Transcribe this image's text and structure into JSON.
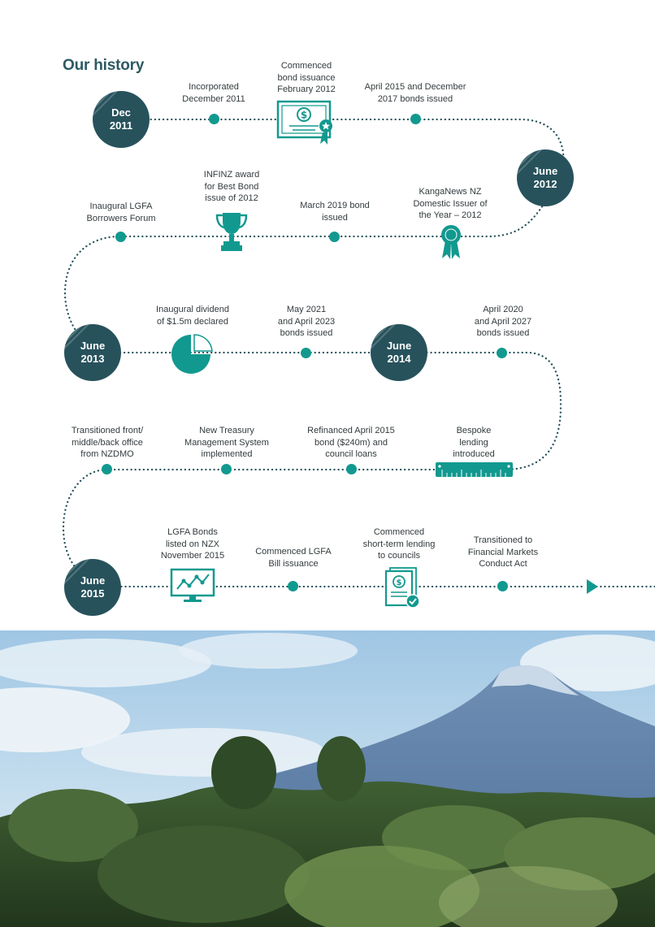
{
  "title": "Our history",
  "colors": {
    "teal": "#12998f",
    "navy": "#27525c",
    "title": "#2c5a62"
  },
  "milestones": [
    {
      "label": "Dec 2011",
      "line1": "Dec",
      "line2": "2011"
    },
    {
      "label": "June 2012",
      "line1": "June",
      "line2": "2012"
    },
    {
      "label": "June 2013",
      "line1": "June",
      "line2": "2013"
    },
    {
      "label": "June 2014",
      "line1": "June",
      "line2": "2014"
    },
    {
      "label": "June 2015",
      "line1": "June",
      "line2": "2015"
    }
  ],
  "events": {
    "incorporated": "Incorporated\nDecember 2011",
    "bond_issuance": "Commenced\nbond issuance\nFebruary 2012",
    "bonds_2015_2017": "April 2015 and December\n2017 bonds issued",
    "kanganews": "KangaNews NZ\nDomestic Issuer of\nthe Year – 2012",
    "march_2019": "March 2019 bond\nissued",
    "infinz": "INFINZ award\nfor Best Bond\nissue of 2012",
    "borrowers_forum": "Inaugural LGFA\nBorrowers Forum",
    "dividend": "Inaugural dividend\nof $1.5m declared",
    "may_2021": "May 2021\nand April 2023\nbonds issued",
    "april_2020": "April 2020\nand April 2027\nbonds issued",
    "bespoke": "Bespoke\nlending\nintroduced",
    "refinanced": "Refinanced April 2015\nbond ($240m) and\ncouncil loans",
    "treasury": "New Treasury\nManagement System\nimplemented",
    "nzdmo": "Transitioned front/\nmiddle/back office\nfrom NZDMO",
    "nzx": "LGFA Bonds\nlisted on NZX\nNovember 2015",
    "bill_issuance": "Commenced LGFA\nBill issuance",
    "short_term": "Commenced\nshort-term lending\nto councils",
    "fmca": "Transitioned to\nFinancial Markets\nConduct Act"
  }
}
